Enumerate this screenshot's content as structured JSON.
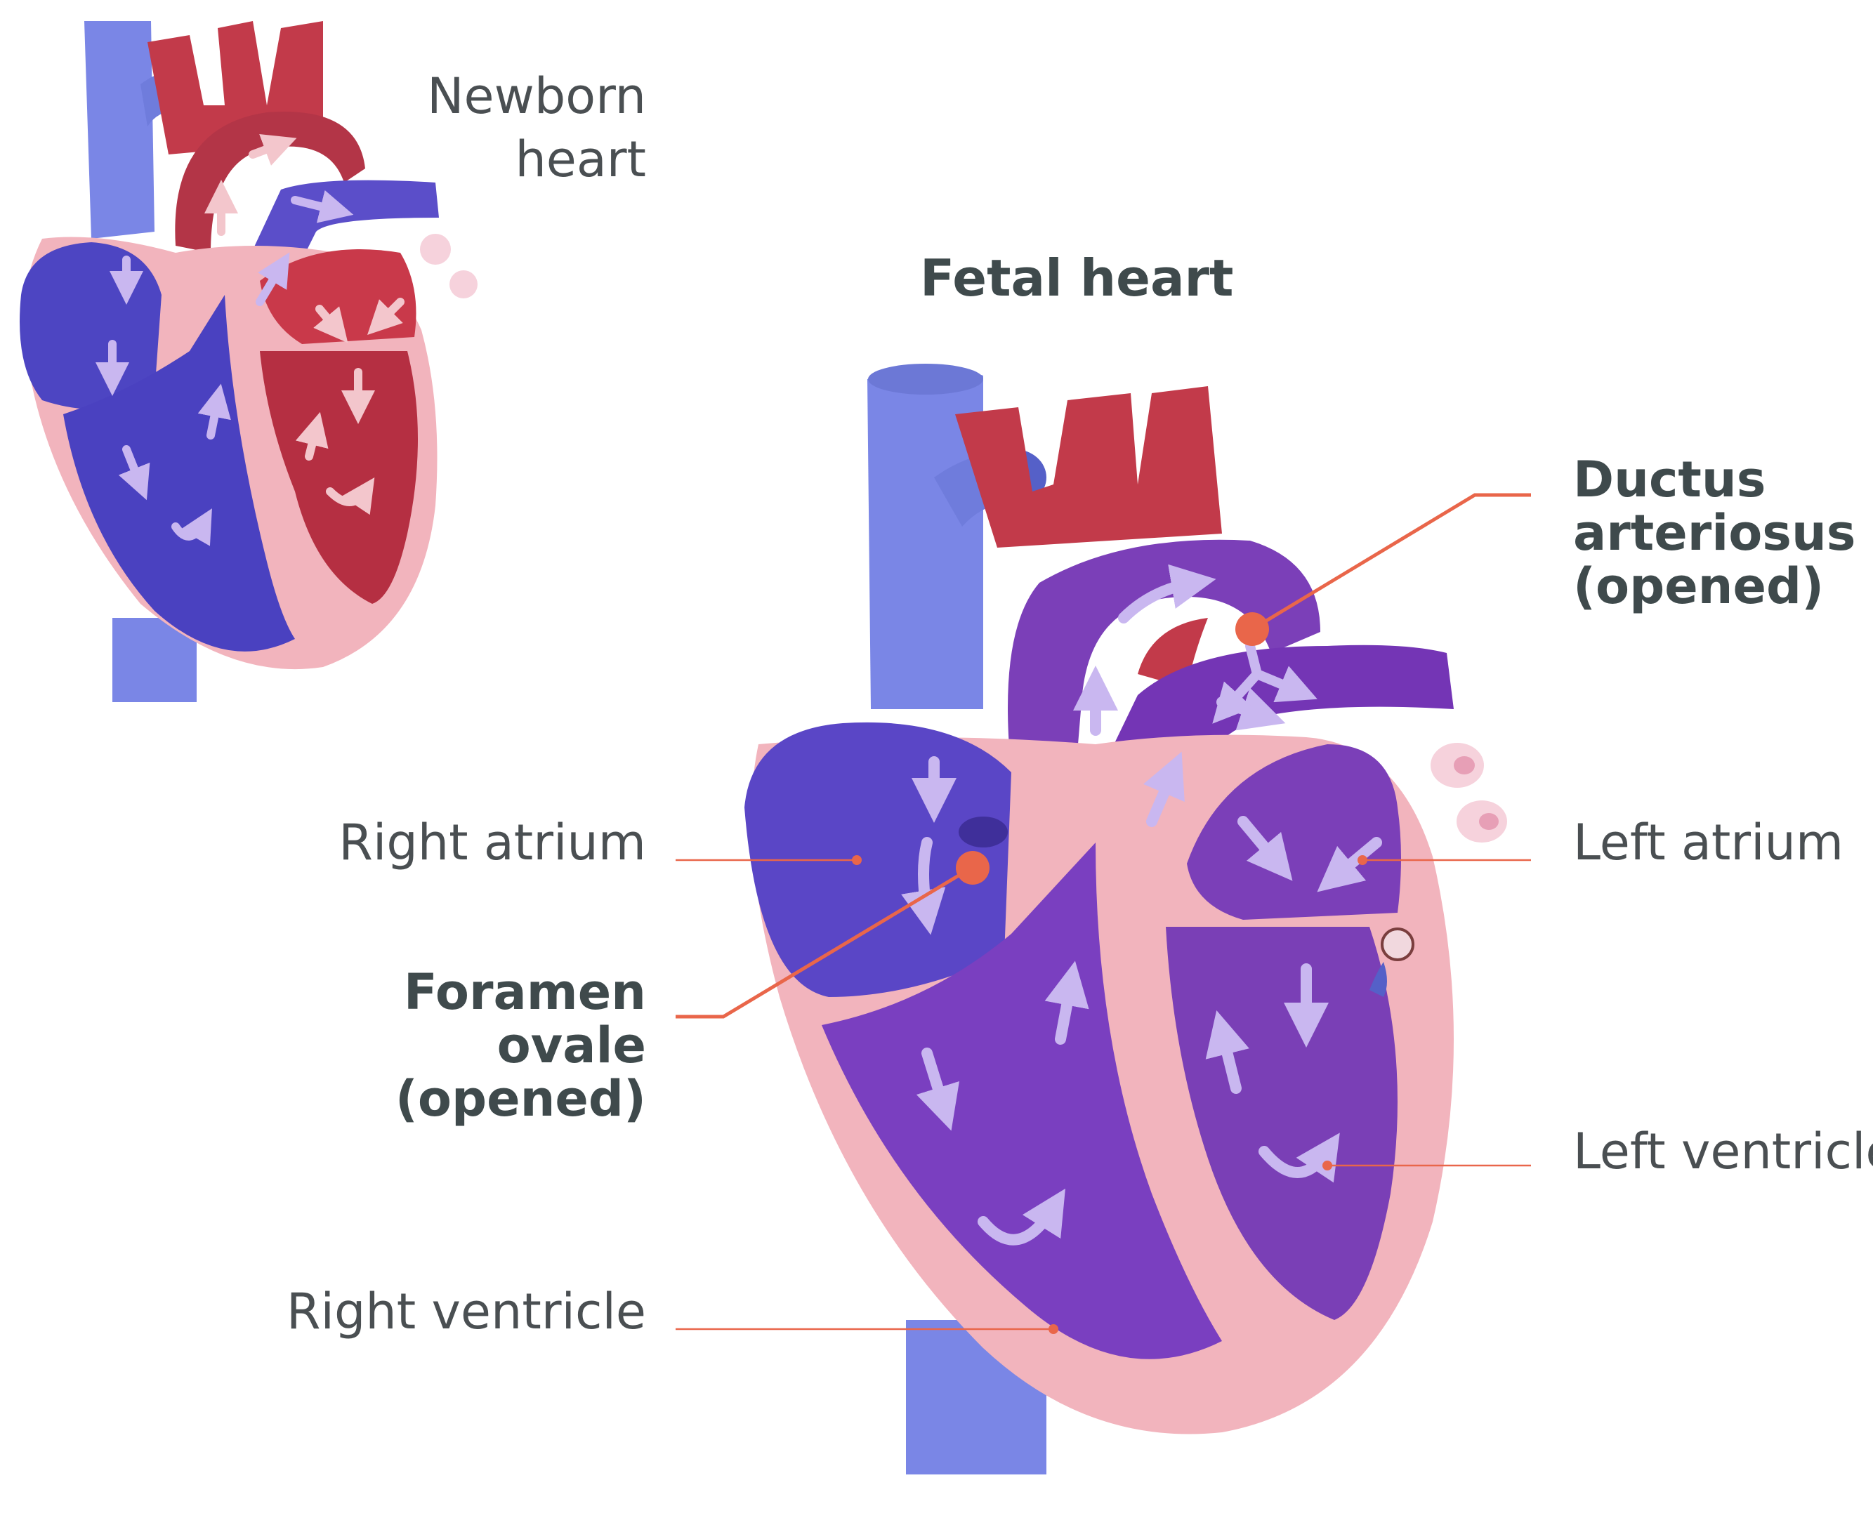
{
  "labels": {
    "newborn_heart": [
      "Newborn",
      "heart"
    ],
    "fetal_heart": "Fetal heart",
    "ductus_arteriosus": [
      "Ductus",
      "arteriosus",
      "(opened)"
    ],
    "right_atrium": "Right atrium",
    "left_atrium": "Left atrium",
    "foramen_ovale": [
      "Foramen",
      "ovale",
      "(opened)"
    ],
    "left_ventricle": "Left ventricle",
    "right_ventricle": "Right ventricle"
  },
  "colors": {
    "deoxygenated": "#5b4ec9",
    "oxygenated": "#c23a4a",
    "mixed": "#7b3fb8",
    "vein": "#7a86e6",
    "muscle": "#f2b4bd",
    "callout": "#e9664a",
    "text": "#4a4f52"
  }
}
